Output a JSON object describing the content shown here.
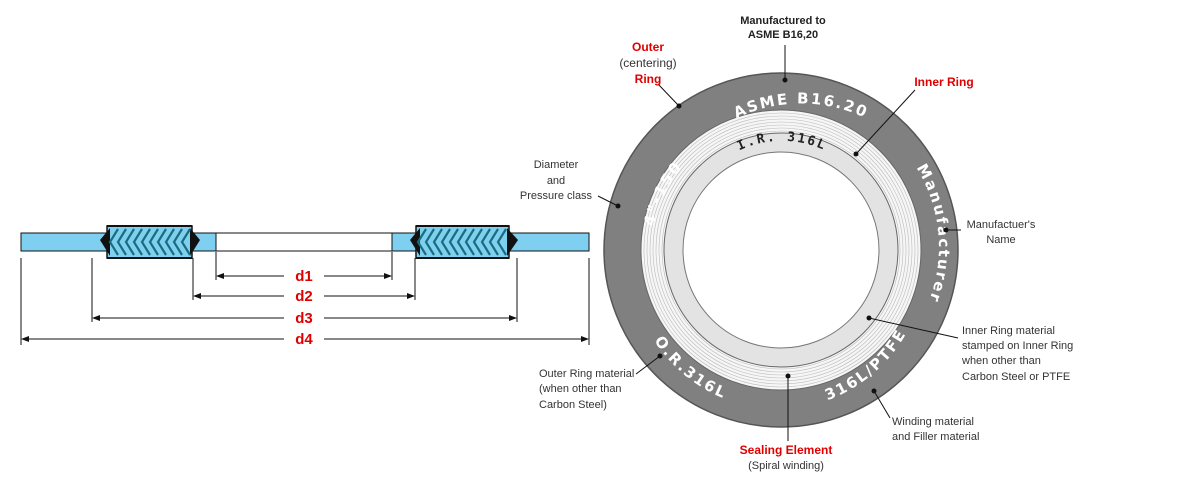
{
  "colors": {
    "outer_ring": "#808080",
    "inner_ring": "#e3e3e3",
    "winding": "#f6f6f6",
    "section_fill": "#7fd0f0",
    "winding_section": "#1a6d7d",
    "label_red": "#e00000"
  },
  "dimensions": [
    "d1",
    "d2",
    "d3",
    "d4"
  ],
  "ring_text": {
    "top": "ASME B16.20",
    "left": "4\"-150",
    "right": "Manufacturer",
    "bottom_left": "O.R.316L",
    "bottom_right": "316L/PTFE",
    "inner": "I.R. 316L"
  },
  "labels": {
    "manufactured": [
      "Manufactured to",
      "ASME B16,20"
    ],
    "outer_ring": [
      "Outer",
      "(centering)",
      "Ring"
    ],
    "inner_ring": "Inner Ring",
    "diameter": [
      "Diameter",
      "and",
      "Pressure class"
    ],
    "manufacturer_name": [
      "Manufactuer's",
      "Name"
    ],
    "inner_ring_material": [
      "Inner Ring material",
      "stamped on Inner Ring",
      "when other than",
      "Carbon Steel or PTFE"
    ],
    "outer_ring_material": [
      "Outer Ring material",
      "(when other than",
      "Carbon Steel)"
    ],
    "winding_material": [
      "Winding material",
      "and Filler material"
    ],
    "sealing_element": "Sealing Element",
    "sealing_sub": "(Spiral winding)"
  }
}
